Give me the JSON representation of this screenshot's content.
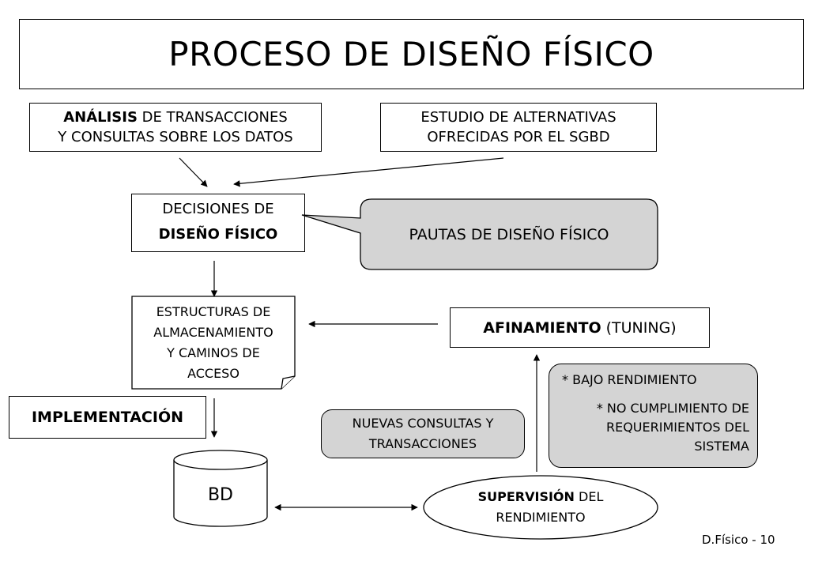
{
  "title": "PROCESO DE DISEÑO FÍSICO",
  "analisis": {
    "bold": "ANÁLISIS",
    "rest": " DE TRANSACCIONES",
    "line2": "Y CONSULTAS SOBRE LOS DATOS"
  },
  "estudio": {
    "line1": "ESTUDIO DE ALTERNATIVAS",
    "line2": "OFRECIDAS POR EL SGBD"
  },
  "decisiones": {
    "line1": "DECISIONES DE",
    "line2": "DISEÑO FÍSICO"
  },
  "pautas": "PAUTAS DE DISEÑO FÍSICO",
  "estructuras": {
    "line1": "ESTRUCTURAS DE",
    "line2": "ALMACENAMIENTO",
    "line3": "Y CAMINOS DE",
    "line4": "ACCESO"
  },
  "afinamiento": {
    "bold": "AFINAMIENTO",
    "rest": " (TUNING)"
  },
  "implementacion": "IMPLEMENTACIÓN",
  "nuevas": {
    "line1": "NUEVAS CONSULTAS Y",
    "line2": "TRANSACCIONES"
  },
  "problemas": {
    "item1": "* BAJO RENDIMIENTO",
    "item2_l1": "* NO CUMPLIMIENTO DE",
    "item2_l2": "REQUERIMIENTOS DEL",
    "item2_l3": "SISTEMA"
  },
  "bd": "BD",
  "supervision": {
    "bold": "SUPERVISIÓN",
    "rest": " DEL",
    "line2": "RENDIMIENTO"
  },
  "footer": "D.Físico - 10"
}
